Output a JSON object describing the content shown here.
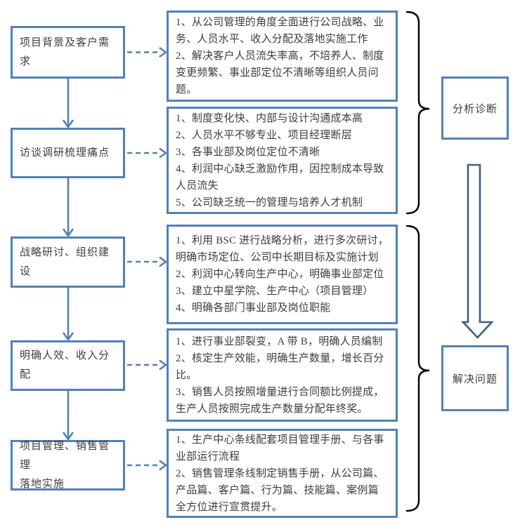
{
  "colors": {
    "box_border": "#4F81BD",
    "connector": "#4F81BD",
    "text": "#3D3D3D",
    "brace": "#000000",
    "big_arrow_border": "#365F91",
    "background": "#FFFFFF"
  },
  "steps": [
    {
      "label": "项目背景及客户需\n求",
      "details": [
        "1、从公司管理的角度全面进行公司战略、业务、人员水平、收入分配及落地实施工作",
        "2、解决客户人员流失率高，不培养人、制度变更频繁、事业部定位不清晰等组织人员问题。"
      ]
    },
    {
      "label": "访谈调研梳理痛点",
      "details": [
        "1、制度变化快、内部与设计沟通成本高",
        "2、人员水平不够专业、项目经理断层",
        "3、各事业部及岗位定位不清晰",
        "4、利润中心缺乏激励作用，因控制成本导致人员流失",
        "5、公司缺乏统一的管理与培养人才机制"
      ]
    },
    {
      "label": "战略研讨、组织建设",
      "details": [
        "1、利用 BSC 进行战略分析，进行多次研讨，明确市场定位、公司中长期目标及实施计划",
        "2、利润中心转向生产中心，明确事业部定位",
        "3、建立中星学院、生产中心（项目管理）",
        "4、明确各部门事业部及岗位职能"
      ]
    },
    {
      "label": "明确人效、收入分配",
      "details": [
        "1、进行事业部裂变，A 带 B，明确人员编制",
        "2、核定生产效能，明确生产数量，增长百分比。",
        "3、销售人员按照增量进行合同额比例提成，生产人员按照完成生产数量分配年终奖。"
      ]
    },
    {
      "label": "项目管理、销售管理\n落地实施",
      "details": [
        "1、生产中心条线配套项目管理手册、与各事业部运行流程",
        "2、销售管理条线制定销售手册，从公司篇、产品篇、客户篇、行为篇、技能篇、案例篇全方位进行宣贯提升。"
      ]
    }
  ],
  "phases": [
    {
      "label": "分析诊断"
    },
    {
      "label": "解决问题"
    }
  ]
}
